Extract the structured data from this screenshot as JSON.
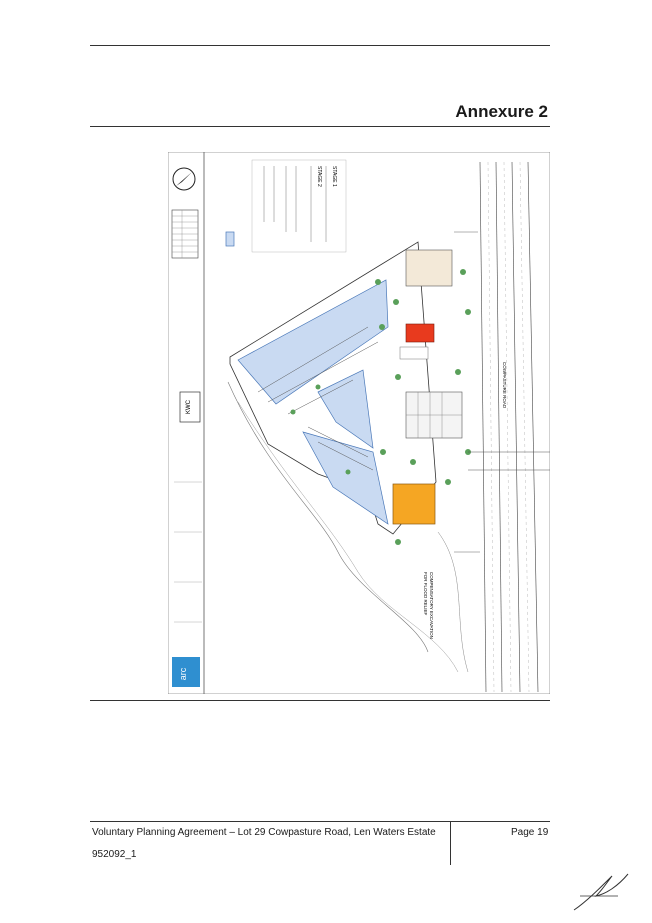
{
  "header": {
    "annexure_title": "Annexure 2"
  },
  "plan": {
    "brand": "arc",
    "client_logo": "KWC",
    "stage1_title": "STAGE 1",
    "stage2_title": "STAGE 2",
    "flood_note_1": "COMPENSATORY EXCAVATION",
    "flood_note_2": "FOR FLOOD RELIEF",
    "road_label": "COWPASTURE ROAD",
    "colors": {
      "stage_blue": "#c9daf2",
      "stage_outline": "#4a78b8",
      "orange_building": "#f5a623",
      "red_building": "#e83a1e",
      "tree_green": "#5aa05a",
      "brand_blue": "#2f8fd0"
    }
  },
  "footer": {
    "title": "Voluntary Planning Agreement – Lot 29 Cowpasture Road, Len Waters Estate",
    "doc_number": "952092_1",
    "page_label": "Page 19"
  }
}
